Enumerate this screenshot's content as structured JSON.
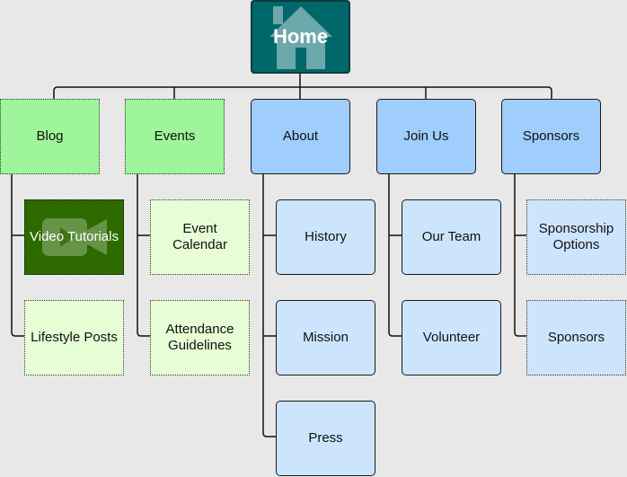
{
  "home": {
    "label": "Home",
    "icon": "house-icon"
  },
  "categories": [
    {
      "id": "blog",
      "label": "Blog"
    },
    {
      "id": "events",
      "label": "Events"
    },
    {
      "id": "about",
      "label": "About"
    },
    {
      "id": "join-us",
      "label": "Join Us"
    },
    {
      "id": "sponsors",
      "label": "Sponsors"
    }
  ],
  "children": {
    "blog": [
      {
        "label": "Video Tutorials",
        "icon": "video-camera-icon"
      },
      {
        "label": "Lifestyle Posts"
      }
    ],
    "events": [
      {
        "label": "Event\nCalendar"
      },
      {
        "label": "Attendance\nGuidelines"
      }
    ],
    "about": [
      {
        "label": "History"
      },
      {
        "label": "Mission"
      },
      {
        "label": "Press"
      }
    ],
    "join_us": [
      {
        "label": "Our Team"
      },
      {
        "label": "Volunteer"
      }
    ],
    "sponsors": [
      {
        "label": "Sponsorship\nOptions"
      },
      {
        "label": "Sponsors"
      }
    ]
  },
  "colors": {
    "home_fill": "#00676a",
    "category_green": "#9ef59a",
    "category_blue": "#9fcdfc",
    "child_light_green": "#e6fdd6",
    "child_dark_green": "#2d6a00",
    "child_light_blue": "#cce5fd",
    "connector": "#111111"
  }
}
